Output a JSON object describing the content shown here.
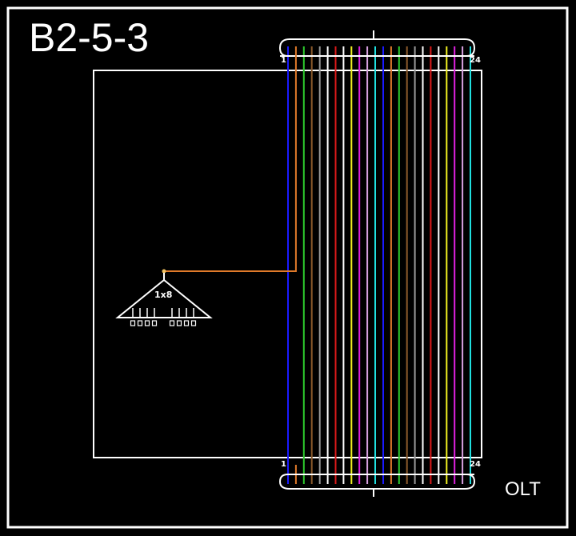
{
  "diagram": {
    "title": "B2-5-3",
    "equipment_label": "OLT",
    "cable": {
      "fiber_count": 24,
      "first_label": "1",
      "last_label": "24",
      "fiber_colors": [
        "#1a1aff",
        "#e07a2a",
        "#2ecc2e",
        "#8b5a2b",
        "#999999",
        "#ffffff",
        "#dd1a1a",
        "#ffffff",
        "#f0f020",
        "#e020e0",
        "#d8a0e0",
        "#20e0e0",
        "#1a1aff",
        "#e07a2a",
        "#2ecc2e",
        "#8b5a2b",
        "#999999",
        "#ffffff",
        "#dd1a1a",
        "#ffffff",
        "#f0f020",
        "#e020e0",
        "#d8a0e0",
        "#20e0e0"
      ],
      "fiber_color_names": [
        "blue",
        "orange",
        "green",
        "brown",
        "gray",
        "white",
        "red",
        "white",
        "yellow",
        "magenta",
        "pink",
        "cyan",
        "blue",
        "orange",
        "green",
        "brown",
        "gray",
        "white",
        "red",
        "white",
        "yellow",
        "magenta",
        "pink",
        "cyan"
      ]
    },
    "splitter": {
      "label": "1x8",
      "ratio": "1x8",
      "input_fiber": 2,
      "output_ports": 8,
      "connection_color": "#e07a2a"
    },
    "colors": {
      "background": "#000000",
      "lines": "#ffffff"
    }
  }
}
